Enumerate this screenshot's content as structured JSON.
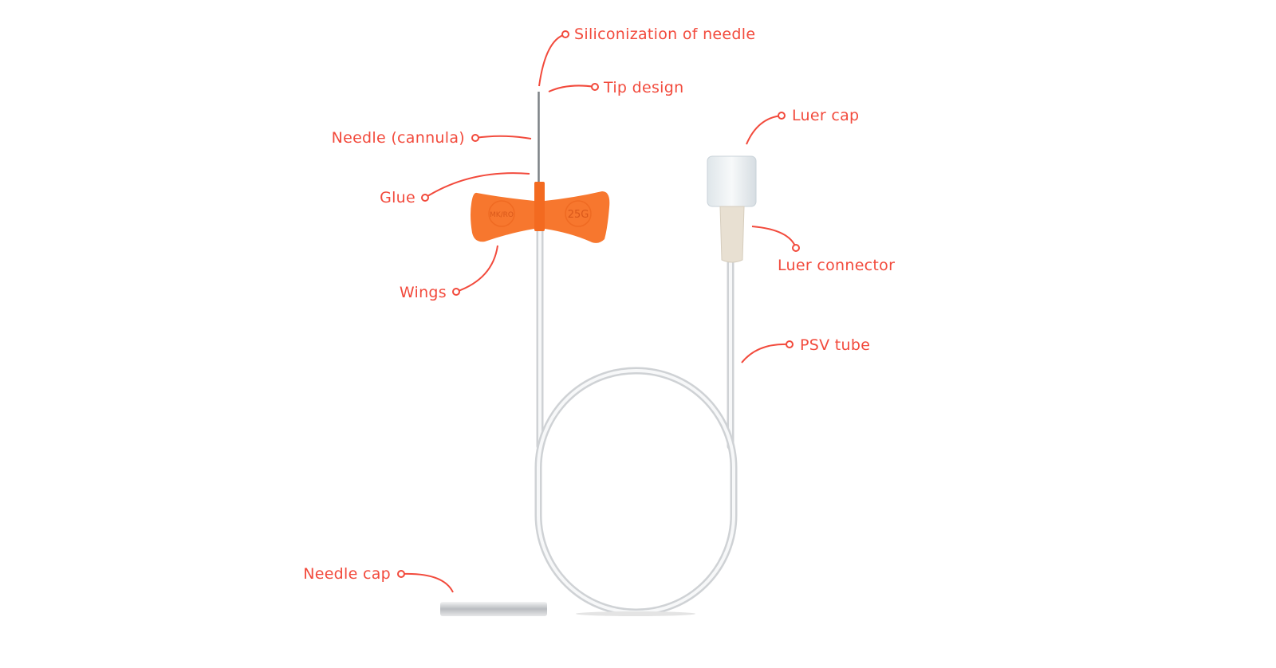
{
  "colors": {
    "label": "#f24a3c",
    "wings": "#f7772e",
    "tube": "#d4d6d8",
    "luer_connector": "#e8e0d2"
  },
  "labels": {
    "siliconization": "Siliconization of needle",
    "tip_design": "Tip design",
    "needle": "Needle (cannula)",
    "glue": "Glue",
    "wings": "Wings",
    "luer_cap": "Luer cap",
    "luer_connector": "Luer connector",
    "psv_tube": "PSV tube",
    "needle_cap": "Needle cap"
  },
  "wing_markings": {
    "left": "MK/RO",
    "right": "25G"
  }
}
